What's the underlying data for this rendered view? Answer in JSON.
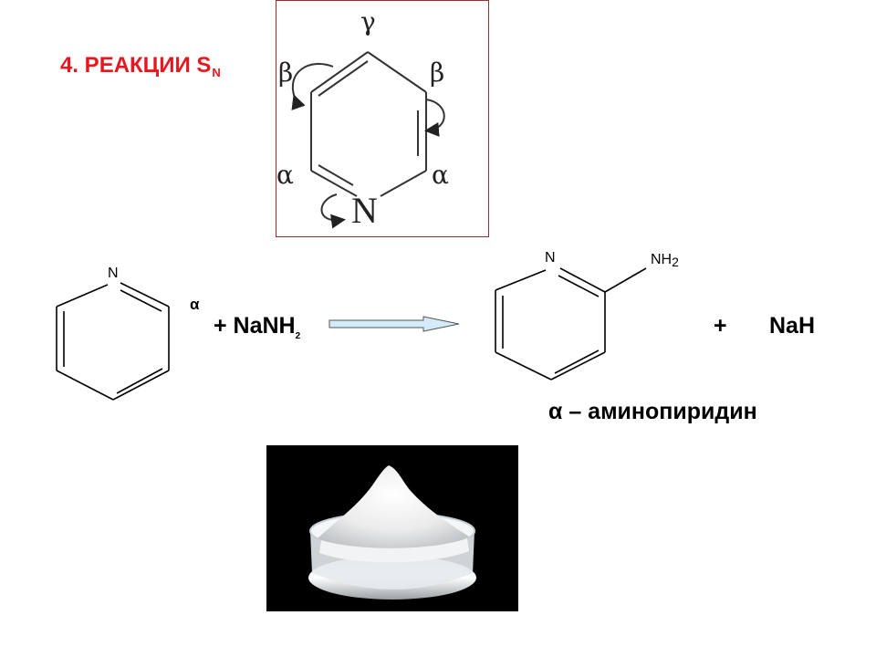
{
  "title": {
    "text": "4. РЕАКЦИИ S",
    "subscript": "N"
  },
  "pyridine_diagram": {
    "positions": {
      "gamma": "γ",
      "beta": "β",
      "alpha": "α"
    },
    "nitrogen": "N",
    "box_color": "#a32a2a"
  },
  "reaction": {
    "reactant_atom": "N",
    "alpha_label": "α",
    "reagent": {
      "prefix": "+ NaNH",
      "subscript": "2"
    },
    "product_atom": "N",
    "product_group": {
      "text": "NH",
      "subscript": "2"
    },
    "plus": "+",
    "byproduct": "NaH",
    "product_name": "α – аминопиридин"
  },
  "colors": {
    "title": "#e8171f",
    "arrow_fill": "#d4ecfa"
  },
  "photo": {
    "subject": "white powder in glass dish"
  }
}
